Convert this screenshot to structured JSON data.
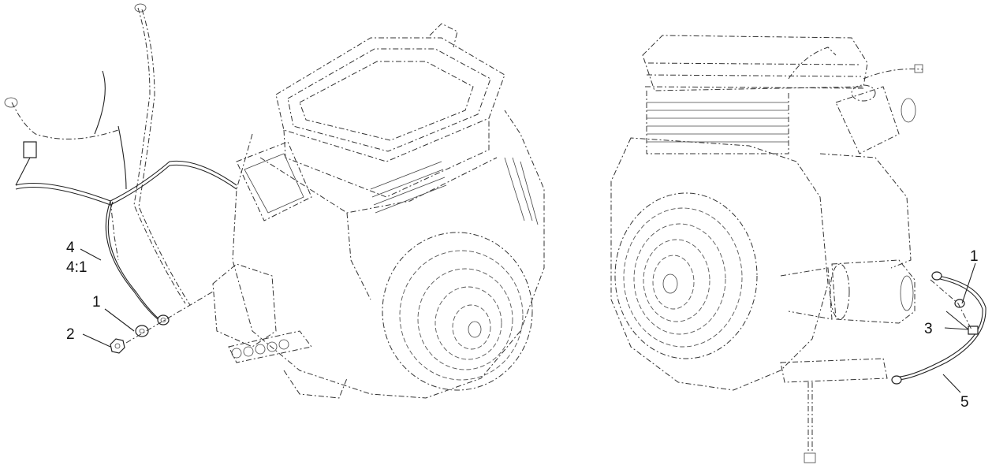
{
  "callouts_left": {
    "c4": "4",
    "c41": "4:1",
    "c1": "1",
    "c2": "2"
  },
  "callouts_right": {
    "c1": "1",
    "c3": "3",
    "c5": "5"
  }
}
